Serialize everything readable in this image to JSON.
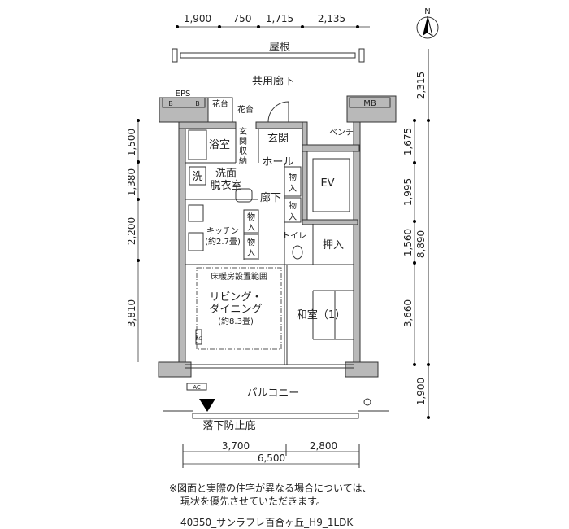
{
  "top_dims": [
    "1,900",
    "750",
    "1,715",
    "2,135"
  ],
  "roof": "屋根",
  "corridor": "共用廊下",
  "eps": "EPS",
  "eps_b": "B",
  "mb": "MB",
  "planter": "花台",
  "rooms": {
    "bath": "浴室",
    "entrance_storage": [
      "玄",
      "関",
      "収",
      "納"
    ],
    "entrance": "玄関",
    "bench": "ベンチ",
    "hall": "ホール",
    "storage": [
      "物",
      "入"
    ],
    "ev": "EV",
    "washer": "洗",
    "washroom": [
      "洗面",
      "脱衣室"
    ],
    "corridor_in": "廊下",
    "kitchen": [
      "キッチン",
      "(約2.7畳)"
    ],
    "toilet": "トイレ",
    "closet": "押入",
    "floor_heating": "床暖房設置範囲",
    "living": [
      "リビング・",
      "ダイニング",
      "(約8.3畳)"
    ],
    "japanese": "和室（1）",
    "ac": "AC",
    "balcony": "バルコニー",
    "eave": "落下防止庇"
  },
  "left_dims": [
    "1,500",
    "1,380",
    "2,200",
    "3,810"
  ],
  "right_dims_inner": [
    "1,675",
    "1,995",
    "1,560",
    "3,660"
  ],
  "right_dims_outer": [
    "2,315",
    "8,890",
    "1,900"
  ],
  "bottom_dims": [
    "3,700",
    "2,800"
  ],
  "bottom_total": "6,500",
  "compass": "N",
  "notes": [
    "※図面と実際の住宅が異なる場合については、",
    "現状を優先させていただきます。"
  ],
  "footer": "40350_サンラフレ百合ヶ丘_H9_1LDK"
}
